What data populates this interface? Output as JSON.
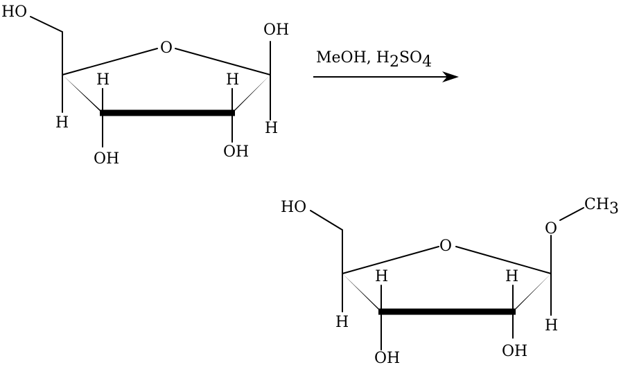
{
  "reactant": {
    "ch2oh_label": "HO",
    "ring_o_label": "O",
    "c1_oh_label": "OH",
    "c1_h_label": "H",
    "c2_h_label": "H",
    "c2_oh_label": "OH",
    "c3_h_label": "H",
    "c3_oh_label": "OH",
    "c4_h_label": "H"
  },
  "reaction": {
    "reagent_prefix": "MeOH, H",
    "reagent_sub1": "2",
    "reagent_mid": "SO",
    "reagent_sub2": "4"
  },
  "product": {
    "ch2oh_label": "HO",
    "ring_o_label": "O",
    "o_methyl_label": "O",
    "methyl_label": "CH",
    "methyl_sub": "3",
    "c1_h_label": "H",
    "c2_h_label": "H",
    "c2_oh_label": "OH",
    "c3_h_label": "H",
    "c3_oh_label": "OH",
    "c4_h_label": "H"
  },
  "colors": {
    "ink": "#000000",
    "background": "#ffffff"
  }
}
